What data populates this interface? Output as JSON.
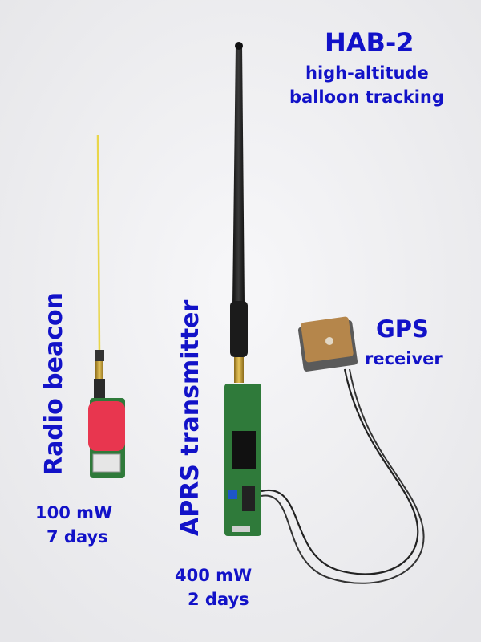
{
  "title": "HAB-2",
  "subtitle_line1": "high-altitude",
  "subtitle_line2": "balloon tracking",
  "radio_beacon": {
    "label": "Radio beacon",
    "power": "100 mW",
    "duration": "7 days"
  },
  "aprs": {
    "label": "APRS transmitter",
    "power": "400 mW",
    "duration": "2 days"
  },
  "gps": {
    "label": "GPS",
    "sublabel": "receiver"
  },
  "colors": {
    "text": "#1212c8",
    "background": "#f1f1f3",
    "pcb_green": "#2f7a3a",
    "wire_yellow": "#e9d64a",
    "heatshrink_red": "#e8364f"
  }
}
